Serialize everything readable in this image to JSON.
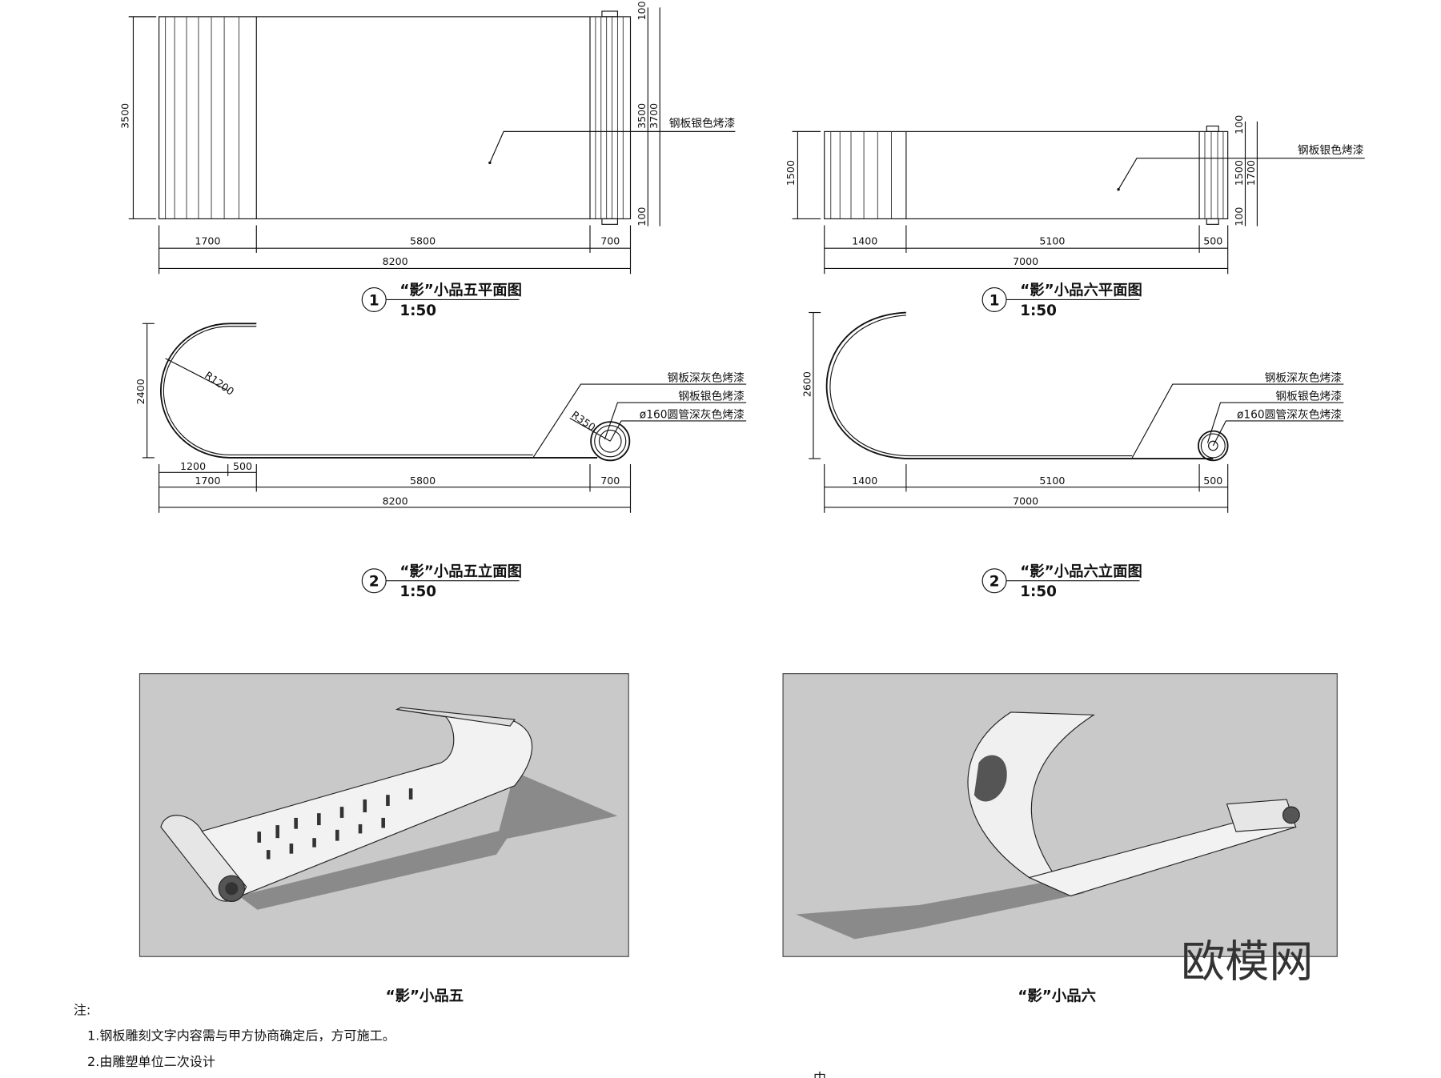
{
  "plan5": {
    "dims_bottom": [
      "1700",
      "5800",
      "700"
    ],
    "dim_total": "8200",
    "dim_left": "3500",
    "dims_right": [
      "100",
      "3500",
      "100"
    ],
    "dim_right_total": "3700",
    "leader": "钢板银色烤漆",
    "num": "1",
    "title": "“影”小品五平面图",
    "scale": "1:50"
  },
  "plan6": {
    "dims_bottom": [
      "1400",
      "5100",
      "500"
    ],
    "dim_total": "7000",
    "dim_left": "1500",
    "dims_right": [
      "100",
      "1500",
      "100"
    ],
    "dim_right_total": "1700",
    "leader": "钢板银色烤漆",
    "num": "1",
    "title": "“影”小品六平面图",
    "scale": "1:50"
  },
  "elev5": {
    "dims_top": [
      "1200",
      "500"
    ],
    "dims_bottom": [
      "1700",
      "5800",
      "700"
    ],
    "dim_total": "8200",
    "dim_left": "2400",
    "radius_large": "R1200",
    "radius_small": "R350",
    "leaders": [
      "钢板深灰色烤漆",
      "钢板银色烤漆",
      "ø160圆管深灰色烤漆"
    ],
    "num": "2",
    "title": "“影”小品五立面图",
    "scale": "1:50"
  },
  "elev6": {
    "dims_bottom": [
      "1400",
      "5100",
      "500"
    ],
    "dim_total": "7000",
    "dim_left": "2600",
    "leaders": [
      "钢板深灰色烤漆",
      "钢板银色烤漆",
      "ø160圆管深灰色烤漆"
    ],
    "num": "2",
    "title": "“影”小品六立面图",
    "scale": "1:50"
  },
  "renders": {
    "caption5": "“影”小品五",
    "caption6": "“影”小品六"
  },
  "notes": {
    "heading": "注:",
    "items": [
      "1.钢板雕刻文字内容需与甲方协商确定后，方可施工。",
      "2.由雕塑单位二次设计"
    ]
  },
  "footer_char": "中",
  "watermark": "欧模网"
}
